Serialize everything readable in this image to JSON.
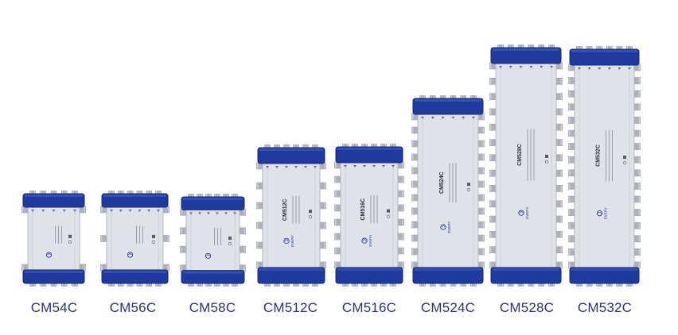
{
  "products": [
    {
      "model": "CM54C",
      "ports": 4,
      "cover_label": "",
      "brand": ""
    },
    {
      "model": "CM56C",
      "ports": 6,
      "cover_label": "",
      "brand": ""
    },
    {
      "model": "CM58C",
      "ports": 8,
      "cover_label": "",
      "brand": ""
    },
    {
      "model": "CM512C",
      "ports": 12,
      "cover_label": "CM512C",
      "brand": "EVERY"
    },
    {
      "model": "CM516C",
      "ports": 16,
      "cover_label": "CM516C",
      "brand": "EVERY"
    },
    {
      "model": "CM524C",
      "ports": 24,
      "cover_label": "CM524C",
      "brand": "EVERY"
    },
    {
      "model": "CM528C",
      "ports": 28,
      "cover_label": "CM528C",
      "brand": "EVERY"
    },
    {
      "model": "CM532C",
      "ports": 32,
      "cover_label": "CM532C",
      "brand": "EVERY"
    }
  ],
  "colors": {
    "housing_blue": "#1f3a9c",
    "housing_blue_dark": "#142a78",
    "housing_blue_light": "#3557c4",
    "body_grey": "#dfe2e8",
    "connector_silver": "#c9ccd2",
    "label_text": "#2e3470"
  }
}
